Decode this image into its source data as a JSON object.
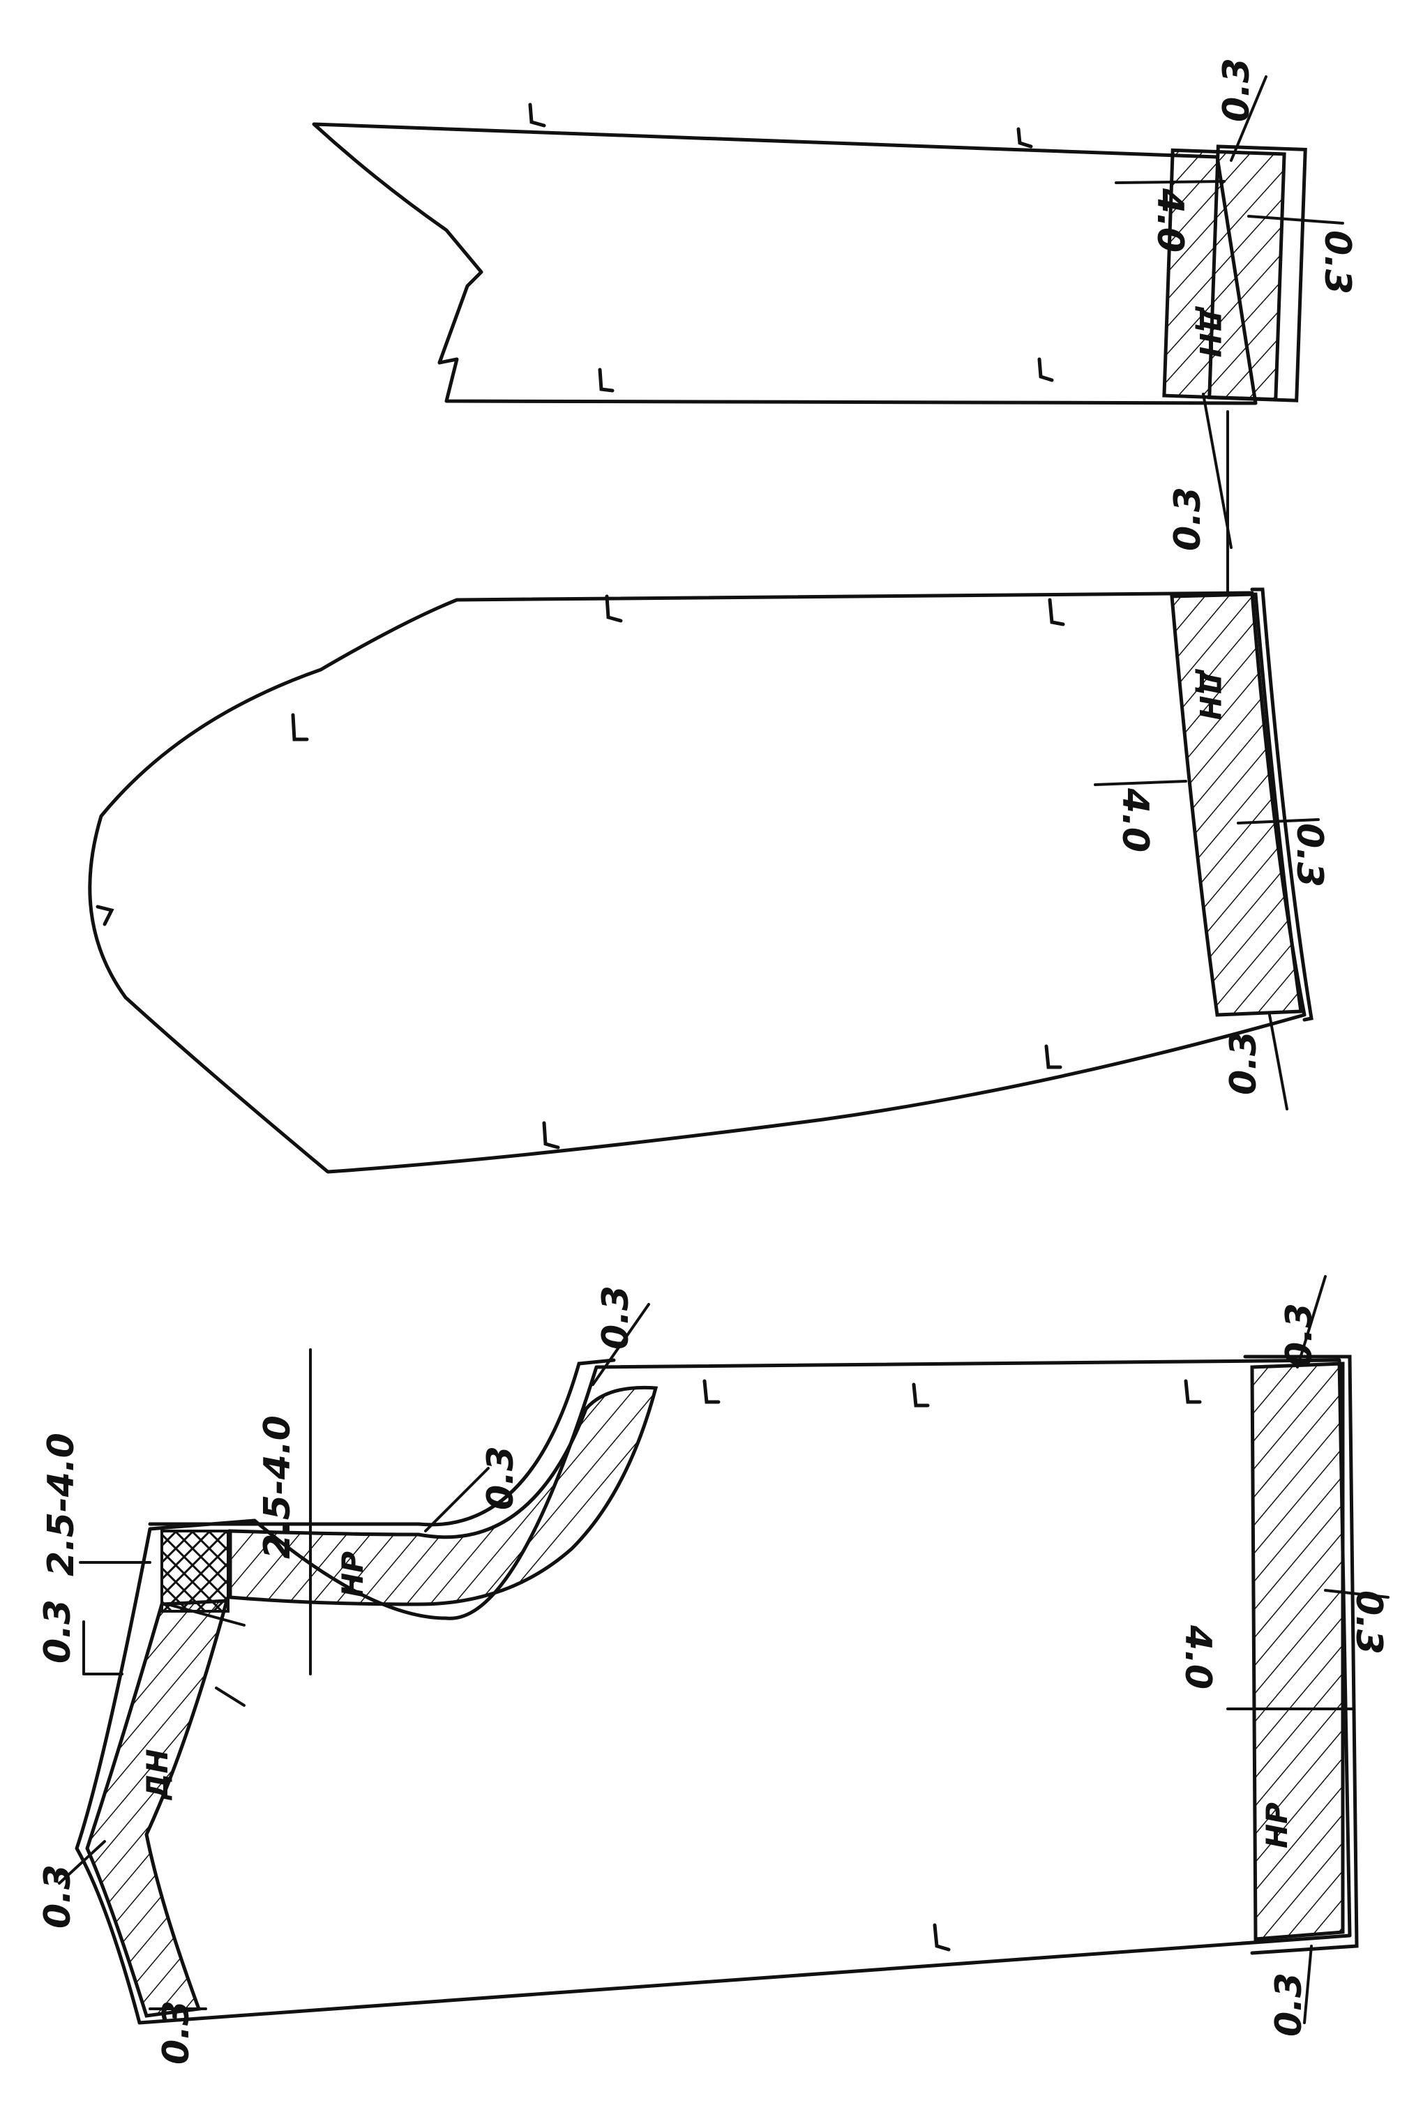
{
  "labels": {
    "allowance": "0.3",
    "width_40": "4.0",
    "width_range": "2.5-4.0",
    "code_a": "ДН",
    "code_b": "НР"
  }
}
